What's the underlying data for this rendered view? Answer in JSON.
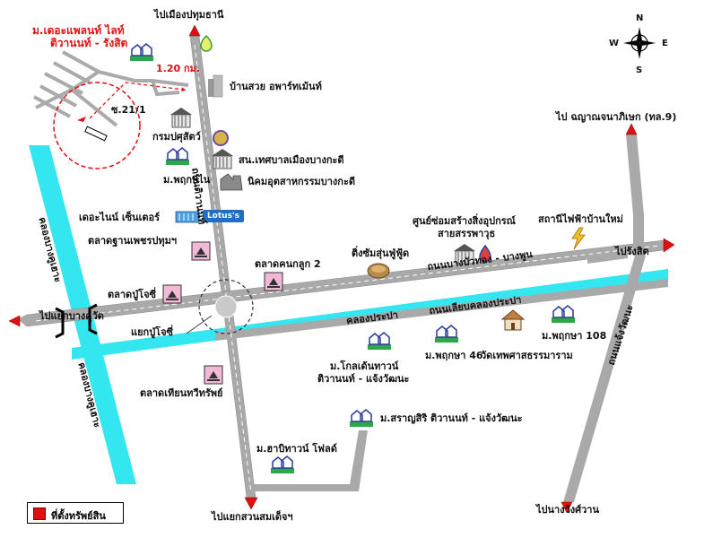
{
  "labels": {
    "north_dest": "ไปเมืองปทุมธานี",
    "south_dest": "ไปแยกสวนสมเด็จฯ",
    "west_dest": "ไปแยกบางคูวัด",
    "east_dest": "ไปรังสิต",
    "ne_dest": "ไป ฉญาณจนาภิเษก (ทล.9)",
    "se_dest": "ไปนางวังศ์วาน",
    "subject_name_line1": "ม.เดอะแพลนท์ ไลท์",
    "subject_name_line2": "ติวานนท์ - รังสิต",
    "distance": "1.20 กม.",
    "soi": "ซ.21/1",
    "apartment": "บ้านสวย อพาร์ทเม้นท์",
    "livestock_dept": "กรมปศุสัตว์",
    "municipality": "สน.เทศบาลเมืองบางกะดี",
    "village_plinu": "ม.พฤกษ์ไน",
    "industrial_estate": "นิคมอุตสาหกรรมบางกะดี",
    "the_nine_center": "เดอะไนน์ เซ็นเตอร์",
    "lotus": "Lotus's",
    "market_phetpathum": "ตลาดฐานเพชรปทุมฯ",
    "market_phuchaosmingprai": "ตลาดปู่โจซี่",
    "market_khonkuk2": "ตลาดคนกลูก 2",
    "junction_name": "แยกปู่โจซี่",
    "market_thianthong": "ตลาดเทียนทวีทรัพย์",
    "tiwanon_road": "ถนนติวานนท์",
    "prapa_canal_road": "ถนนเลียบคลองประปา",
    "prapa_canal": "คลองประปา",
    "buathong_road": "ถนนบางบัวทอง - บางพูน",
    "service_center_line1": "ศูนย์ซ่อมสร้างสิ่งอุปกรณ์",
    "service_center_line2": "สายสรรพาวุธ",
    "ding_restaurant": "ติ่งซัมสุ่นฟู่ฟู้ด",
    "power_station": "สถานีไฟฟ้าบ้านใหม่",
    "village_golden_town_line1": "ม.โกลเด้นทาวน์",
    "village_golden_town_line2": "ติวานนท์ - แจ้งวัฒนะ",
    "village_pruksa46": "ม.พฤกษา 46",
    "temple": "วัดเทพศาสธรรมาราม",
    "village_pruksa108": "ม.พฤกษา 108",
    "village_sarunsiri": "ม.สราญสิริ ติวานนท์ - แจ้งวัฒนะ",
    "village_habitown": "ม.ฮาบิทาวน์ โฟลด์",
    "chaengwattana_road": "ถนนแจ้งวัฒนะ",
    "west_canal_upper": "คลองบางคูเฮาะ",
    "west_canal_lower": "คลองบางคูเฮาะ",
    "compass_n": "N",
    "compass_s": "S",
    "compass_e": "E",
    "compass_w": "W"
  },
  "legend": {
    "label": "ที่ตั้งทรัพย์สิน"
  },
  "colors": {
    "road": "#a9a9a9",
    "canal": "#33e6f0",
    "arrow": "#e01010",
    "subject_red": "#e01010",
    "village_icon": "#2b3d9a",
    "village_base": "#2fa64a",
    "market_icon_bg": "#f2b8d8"
  }
}
